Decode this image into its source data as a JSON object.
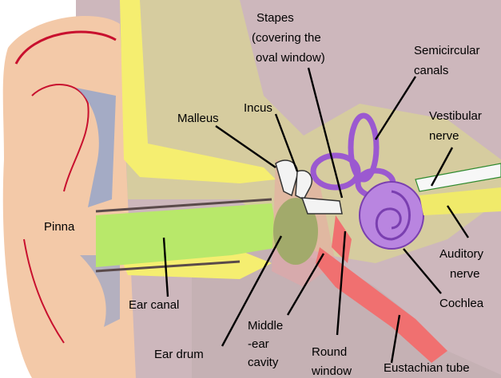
{
  "diagram": {
    "labels": {
      "stapes": [
        "Stapes",
        "(covering the",
        "oval window)"
      ],
      "semicircular": [
        "Semicircular",
        "canals"
      ],
      "incus": "Incus",
      "malleus": "Malleus",
      "vestibular": [
        "Vestibular",
        "nerve"
      ],
      "pinna": "Pinna",
      "auditory": [
        "Auditory",
        "nerve"
      ],
      "ear_canal": "Ear canal",
      "cochlea": "Cochlea",
      "middle_ear": [
        "Middle",
        "-ear",
        "cavity"
      ],
      "ear_drum": "Ear drum",
      "round_window": [
        "Round",
        "window"
      ],
      "eustachian": "Eustachian tube"
    },
    "colors": {
      "skin": "#f3c9a8",
      "skin_outline": "#c8102e",
      "bone": "#d8cfa0",
      "cartilage_yellow": "#f5ee70",
      "canal_green": "#b8e86a",
      "eardrum_green": "#5bb032",
      "ossicles": "#f3f3f3",
      "inner_ear_purple": "#9b59d0",
      "nerve_yellow": "#f0ea6a",
      "tube_red": "#f07070",
      "tissue_pink": "#d9a6b0",
      "cartilage_blue": "#8aa0cf",
      "background_gray": "#c9b6b8"
    }
  }
}
